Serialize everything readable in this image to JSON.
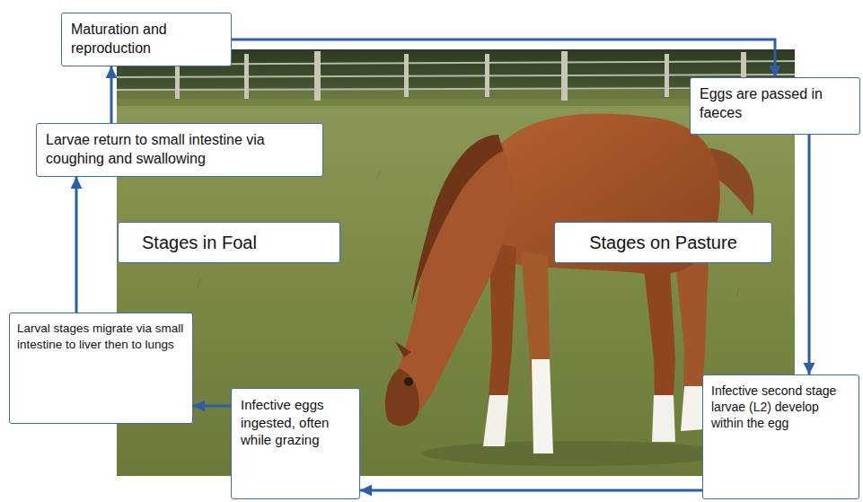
{
  "diagram": {
    "nodes": [
      {
        "text": [
          "Maturation and reproduction"
        ]
      },
      {
        "text": [
          "Eggs are passed in faeces"
        ]
      },
      {
        "text": [
          "Larvae return to small intestine via coughing and swallowing"
        ]
      },
      {
        "text": [
          "Stages in Foal"
        ]
      },
      {
        "text": [
          "Stages on Pasture"
        ]
      },
      {
        "text": [
          "Larval stages migrate via small intestine to liver then to lungs"
        ]
      },
      {
        "text": [
          "Infective eggs ingested, often while grazing"
        ]
      },
      {
        "text": [
          "Infective second stage larvae (L2) develop within the egg"
        ]
      }
    ],
    "edges": [
      {
        "from": 0,
        "to": 1,
        "arrow": "to"
      },
      {
        "from": 1,
        "to": 7,
        "arrow": "to"
      },
      {
        "from": 7,
        "to": 6,
        "arrow": "to"
      },
      {
        "from": 6,
        "to": 5,
        "arrow": "to"
      },
      {
        "from": 5,
        "to": 2,
        "arrow": "to"
      },
      {
        "from": 2,
        "to": 0,
        "arrow": "to"
      }
    ]
  }
}
